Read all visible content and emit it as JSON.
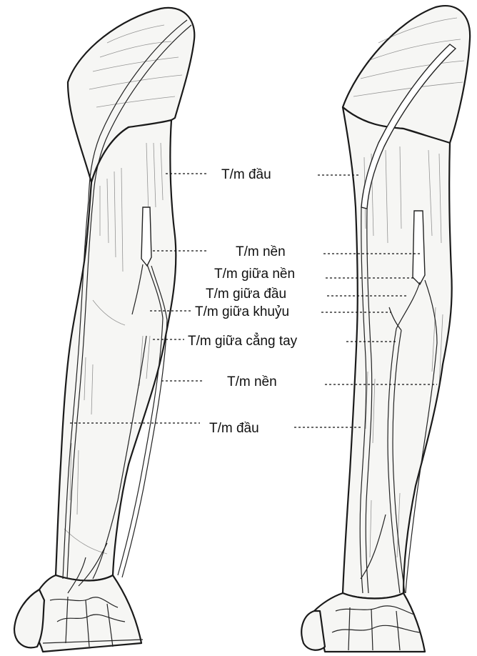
{
  "labels": {
    "cephalic_upper": "T/m đầu",
    "basilic_upper": "T/m nền",
    "median_basilic": "T/m giữa nền",
    "median_cephalic": "T/m giữa đầu",
    "median_cubital": "T/m giữa khuỷu",
    "median_antebrachial": "T/m giữa cẳng tay",
    "basilic_forearm": "T/m nền",
    "cephalic_forearm": "T/m đầu"
  }
}
